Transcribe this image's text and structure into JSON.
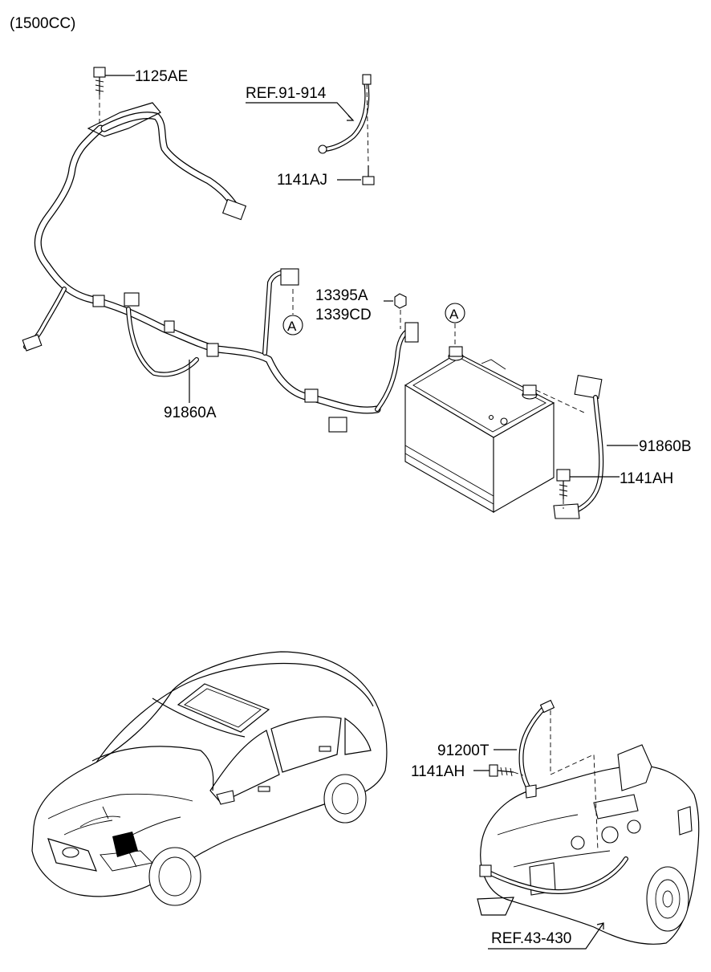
{
  "header": {
    "engine_spec": "(1500CC)"
  },
  "callouts": {
    "bolt_harness": "1125AE",
    "ref_ground": "REF.91-914",
    "bolt_ground": "1141AJ",
    "nut_a": "13395A",
    "nut_b": "1339CD",
    "main_harness": "91860A",
    "battery_cable": "91860B",
    "bolt_battery": "1141AH",
    "ground_strap": "91200T",
    "bolt_transaxle": "1141AH",
    "ref_transaxle": "REF.43-430"
  },
  "connection_markers": {
    "terminal": "A",
    "battery_terminal": "A"
  }
}
